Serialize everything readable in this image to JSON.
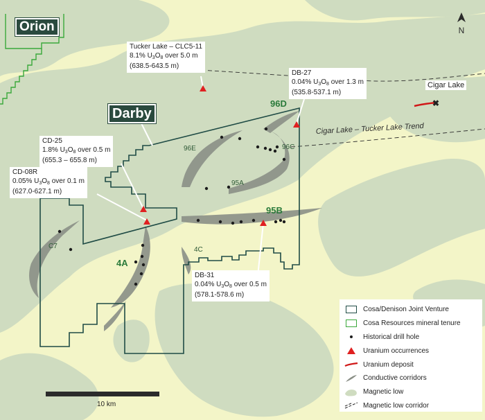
{
  "labels": {
    "orion": "Orion",
    "darby": "Darby",
    "north": "N",
    "cigar_lake": "Cigar Lake",
    "trend": "Cigar Lake – Tucker Lake Trend"
  },
  "callouts": {
    "tucker": {
      "title": "Tucker Lake – CLC5-11",
      "pre": "8.1% U",
      "post": " over 5.0 m",
      "range": "(638.5-643.5 m)"
    },
    "db27": {
      "title": "DB-27",
      "pre": "0.04% U",
      "post": " over 1.3 m",
      "range": "(535.8-537.1 m)"
    },
    "cd25": {
      "title": "CD-25",
      "pre": "1.8% U",
      "post": " over 0.5 m",
      "range": "(655.3 – 655.8 m)"
    },
    "cd08r": {
      "title": "CD-08R",
      "pre": "0.05% U",
      "post": " over 0.1 m",
      "range": "(627.0-627.1 m)"
    },
    "db31": {
      "title": "DB-31",
      "pre": "0.04% U",
      "post": " over 0.5 m",
      "range": "(578.1-578.6 m)"
    }
  },
  "formula_subs": {
    "u": "3",
    "o": "8",
    "o_letter": "O"
  },
  "corridor_labels": {
    "c96d": "96D",
    "c96e": "96E",
    "c96c": "96C",
    "c95a": "95A",
    "c95b": "95B",
    "c4a": "4A",
    "c4c": "4C",
    "c7": "C7"
  },
  "legend": {
    "items": [
      {
        "label": "Cosa/Denison Joint Venture",
        "symbol": "jv-box"
      },
      {
        "label": "Cosa Resources mineral tenure",
        "symbol": "tenure-box"
      },
      {
        "label": "Historical drill hole",
        "symbol": "dot"
      },
      {
        "label": "Uranium occurrences",
        "symbol": "triangle"
      },
      {
        "label": "Uranium deposit",
        "symbol": "red-line"
      },
      {
        "label": "Conductive corridors",
        "symbol": "grey-lens"
      },
      {
        "label": "Magnetic low",
        "symbol": "green-patch"
      },
      {
        "label": "Magnetic low corridor",
        "symbol": "dashed-line"
      }
    ]
  },
  "scale_bar": {
    "label": "10 km"
  },
  "colors": {
    "background_light": "#f3f5c8",
    "magnetic_low": "#cfdcc0",
    "jv_outline": "#1f4b45",
    "tenure_outline": "#3aa83a",
    "occurrence": "#e02020",
    "deposit": "#d01818",
    "corridor": "#8a8f86"
  }
}
